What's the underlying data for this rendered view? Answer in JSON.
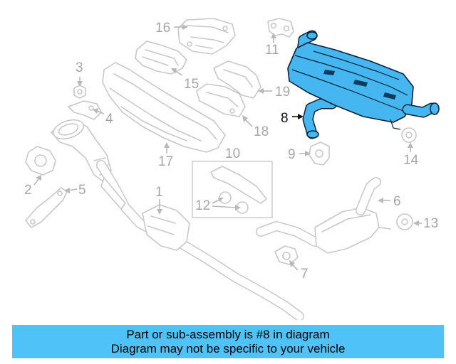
{
  "diagram": {
    "highlighted_part": "8",
    "highlight_color": "#45b6ef",
    "callouts": {
      "c1": "1",
      "c2": "2",
      "c3": "3",
      "c4": "4",
      "c5": "5",
      "c6": "6",
      "c7": "7",
      "c8": "8",
      "c9": "9",
      "c10": "10",
      "c11": "11",
      "c12": "12",
      "c13": "13",
      "c14": "14",
      "c15": "15",
      "c16": "16",
      "c17": "17",
      "c18": "18",
      "c19": "19"
    }
  },
  "banner": {
    "line1": "Part or sub-assembly is #8 in diagram",
    "line2": "Diagram may not be specific to your vehicle",
    "background": "#4fc3f7"
  }
}
